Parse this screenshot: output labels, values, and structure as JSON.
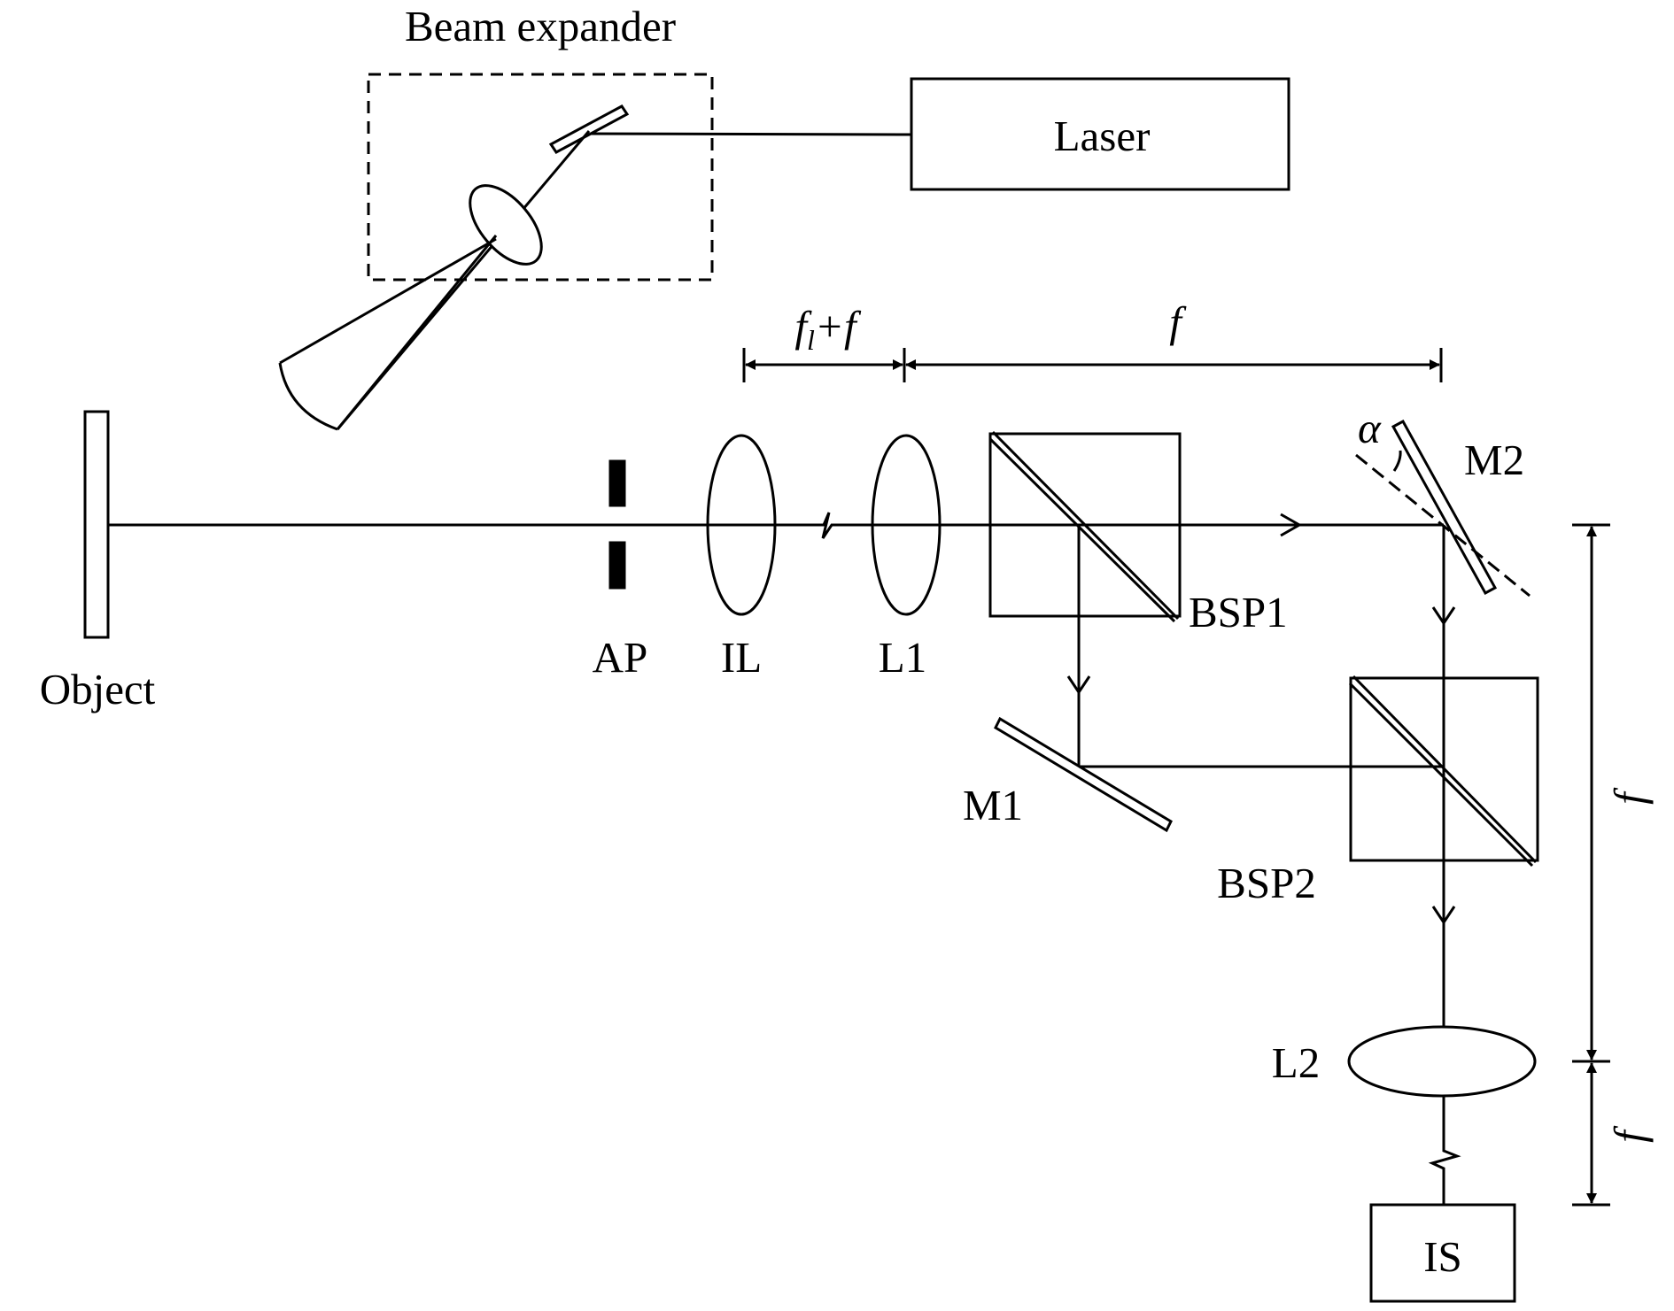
{
  "labels": {
    "beam_expander": "Beam expander",
    "laser": "Laser",
    "object": "Object",
    "ap": "AP",
    "il": "IL",
    "l1": "L1",
    "bsp1": "BSP1",
    "bsp2": "BSP2",
    "m1": "M1",
    "m2": "M2",
    "l2": "L2",
    "is": "IS",
    "alpha": "α"
  },
  "dimensions": {
    "fl_plus_f": {
      "f": "f",
      "sub": "l",
      "rest": "+f"
    },
    "f_top": "f",
    "f_right_upper": "f",
    "f_right_lower": "f"
  },
  "colors": {
    "ink": "#000000",
    "background": "#ffffff"
  }
}
